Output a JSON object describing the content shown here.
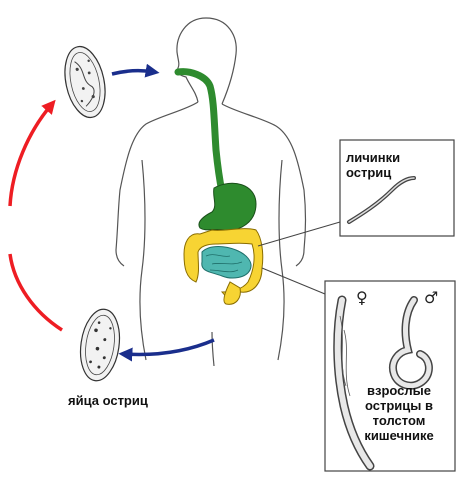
{
  "labels": {
    "larvae": "личинки остриц",
    "eggs": "яйца остриц",
    "adults": "взрослые острицы в толстом кишечнике",
    "female_symbol": "♀",
    "male_symbol": "♂"
  },
  "colors": {
    "cycle_arrow_red": "#ee1d23",
    "cycle_arrow_blue": "#1a2e8c",
    "stomach_esophagus": "#2e8b2e",
    "colon": "#f7d433",
    "small_intestine": "#4fb7b0"
  }
}
